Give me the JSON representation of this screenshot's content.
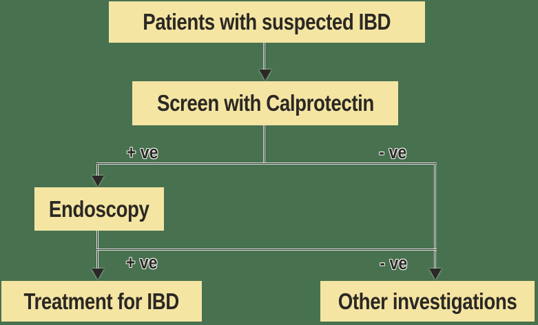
{
  "colors": {
    "background": "#47714F",
    "node_fill": "#F4E5A3",
    "text": "#2B2823",
    "line": "#2B2926"
  },
  "nodes": {
    "patients": {
      "label": "Patients with suspected IBD"
    },
    "screen": {
      "label": "Screen with Calprotectin"
    },
    "endoscopy": {
      "label": "Endoscopy"
    },
    "treatment": {
      "label": "Treatment for IBD"
    },
    "other": {
      "label": "Other investigations"
    }
  },
  "edges": {
    "patients_to_screen": {
      "from": "patients",
      "to": "screen",
      "label": ""
    },
    "screen_positive": {
      "from": "screen",
      "to": "endoscopy",
      "label": "+ ve"
    },
    "screen_negative": {
      "from": "screen",
      "to": "other",
      "label": "- ve"
    },
    "endoscopy_positive": {
      "from": "endoscopy",
      "to": "treatment",
      "label": "+ ve"
    },
    "endoscopy_negative": {
      "from": "endoscopy",
      "to": "other",
      "label": "- ve"
    }
  }
}
